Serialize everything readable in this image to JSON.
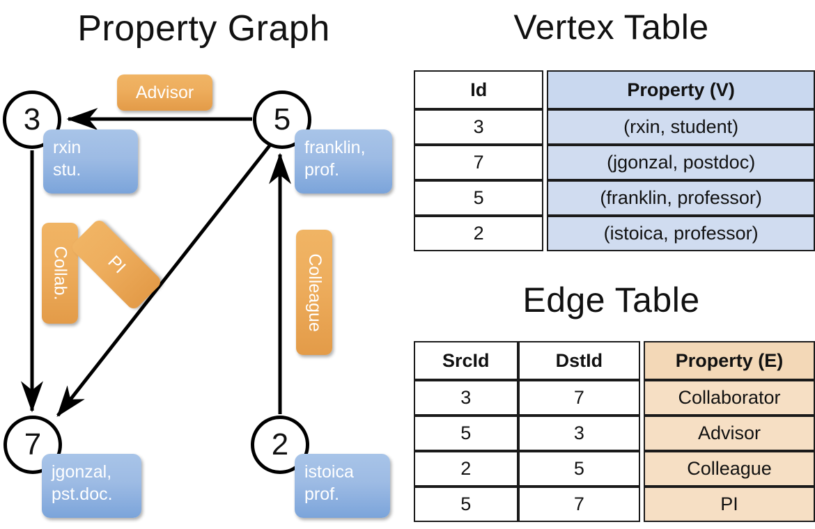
{
  "titles": {
    "property_graph": "Property Graph",
    "vertex_table": "Vertex Table",
    "edge_table": "Edge Table"
  },
  "graph": {
    "nodes": [
      {
        "id": "3",
        "name": "rxin",
        "role": "stu.",
        "property_text": "rxin\nstu."
      },
      {
        "id": "5",
        "name": "franklin",
        "role": "prof.",
        "property_text": "franklin,\nprof."
      },
      {
        "id": "7",
        "name": "jgonzal",
        "role": "pst.doc.",
        "property_text": "jgonzal,\npst.doc."
      },
      {
        "id": "2",
        "name": "istoica",
        "role": "prof.",
        "property_text": "istoica\nprof."
      }
    ],
    "edge_labels": [
      {
        "key": "advisor",
        "label": "Advisor",
        "from": "5",
        "to": "3"
      },
      {
        "key": "collab",
        "label": "Collab.",
        "from": "3",
        "to": "7"
      },
      {
        "key": "pi",
        "label": "PI",
        "from": "5",
        "to": "7"
      },
      {
        "key": "colleague",
        "label": "Colleague",
        "from": "2",
        "to": "5"
      }
    ]
  },
  "vertex_table": {
    "headers": [
      "Id",
      "Property (V)"
    ],
    "rows": [
      {
        "id": "3",
        "property": "(rxin, student)"
      },
      {
        "id": "7",
        "property": "(jgonzal, postdoc)"
      },
      {
        "id": "5",
        "property": "(franklin, professor)"
      },
      {
        "id": "2",
        "property": "(istoica, professor)"
      }
    ]
  },
  "edge_table": {
    "headers": [
      "SrcId",
      "DstId",
      "Property (E)"
    ],
    "rows": [
      {
        "src": "3",
        "dst": "7",
        "property": "Collaborator"
      },
      {
        "src": "5",
        "dst": "3",
        "property": "Advisor"
      },
      {
        "src": "2",
        "dst": "5",
        "property": "Colleague"
      },
      {
        "src": "5",
        "dst": "7",
        "property": "PI"
      }
    ]
  },
  "colors": {
    "vertex_property_fill": "#d0dcf0",
    "edge_property_fill": "#f6dfc4",
    "node_property_box": "#9dbbe4",
    "edge_label_box": "#eeae5e",
    "stroke": "#000000",
    "background": "#ffffff"
  }
}
